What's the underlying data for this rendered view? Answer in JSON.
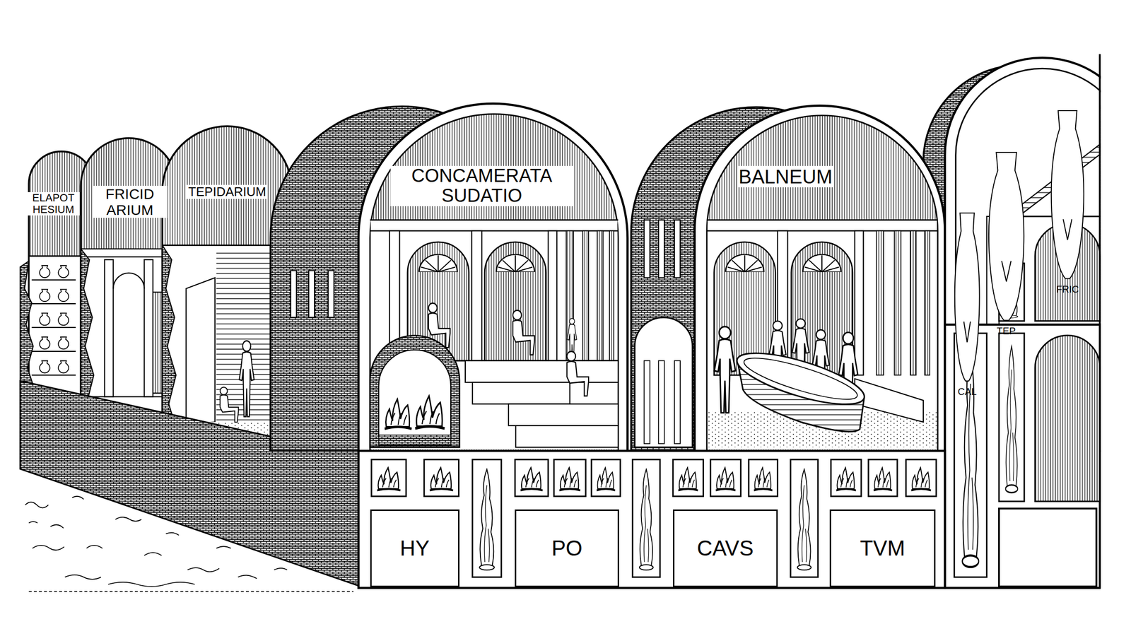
{
  "diagram": {
    "nodes": [
      {
        "text": [
          "ELAPOT HESIUM"
        ]
      },
      {
        "text": [
          "FRICID ARIUM"
        ]
      },
      {
        "text": [
          "TEPIDARIUM"
        ]
      },
      {
        "text": [
          "CONCAMERATA SUDATIO"
        ]
      },
      {
        "text": [
          "BALNEUM"
        ]
      },
      {
        "text": [
          "FRIC"
        ]
      },
      {
        "text": [
          "TEP"
        ]
      },
      {
        "text": [
          "CAL"
        ]
      },
      {
        "text": [
          "HY"
        ]
      },
      {
        "text": [
          "PO"
        ]
      },
      {
        "text": [
          "CAVS"
        ]
      },
      {
        "text": [
          "TVM"
        ]
      }
    ]
  }
}
